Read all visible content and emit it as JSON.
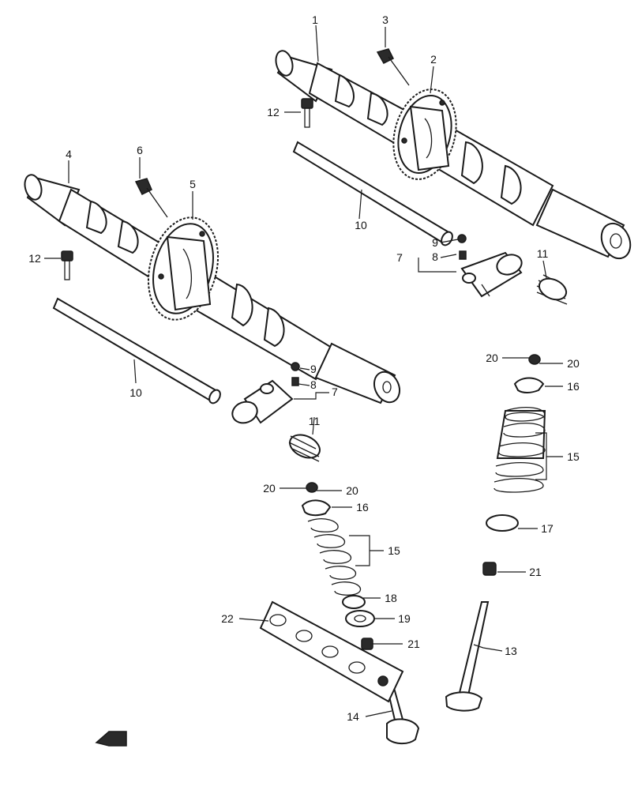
{
  "callouts": [
    {
      "num": "1"
    },
    {
      "num": "2"
    },
    {
      "num": "3"
    },
    {
      "num": "12"
    },
    {
      "num": "10"
    },
    {
      "num": "4"
    },
    {
      "num": "6"
    },
    {
      "num": "5"
    },
    {
      "num": "12"
    },
    {
      "num": "9"
    },
    {
      "num": "7"
    },
    {
      "num": "8"
    },
    {
      "num": "11"
    },
    {
      "num": "10"
    },
    {
      "num": "9"
    },
    {
      "num": "8"
    },
    {
      "num": "7"
    },
    {
      "num": "11"
    },
    {
      "num": "20"
    },
    {
      "num": "20"
    },
    {
      "num": "16"
    },
    {
      "num": "15"
    },
    {
      "num": "17"
    },
    {
      "num": "21"
    },
    {
      "num": "13"
    },
    {
      "num": "20"
    },
    {
      "num": "20"
    },
    {
      "num": "16"
    },
    {
      "num": "15"
    },
    {
      "num": "18"
    },
    {
      "num": "19"
    },
    {
      "num": "22"
    },
    {
      "num": "21"
    },
    {
      "num": "14"
    }
  ]
}
